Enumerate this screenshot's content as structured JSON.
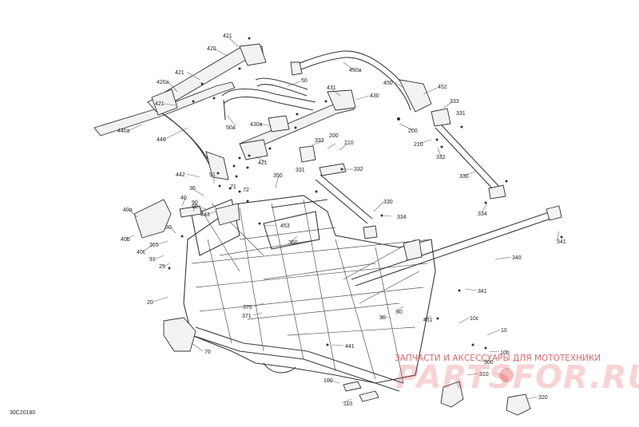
{
  "diagram": {
    "document_code": "30C20180",
    "callouts": [
      {
        "id": "c421a",
        "text": "421"
      },
      {
        "id": "c420",
        "text": "420"
      },
      {
        "id": "c421b",
        "text": "421"
      },
      {
        "id": "c420a",
        "text": "420a"
      },
      {
        "id": "c421c",
        "text": "421"
      },
      {
        "id": "c440a",
        "text": "440a"
      },
      {
        "id": "c440",
        "text": "440"
      },
      {
        "id": "c50",
        "text": "50"
      },
      {
        "id": "c50a",
        "text": "50a"
      },
      {
        "id": "c431",
        "text": "431"
      },
      {
        "id": "c430",
        "text": "430"
      },
      {
        "id": "c430a",
        "text": "430a"
      },
      {
        "id": "c421d",
        "text": "421"
      },
      {
        "id": "c450a",
        "text": "450a"
      },
      {
        "id": "c450",
        "text": "450"
      },
      {
        "id": "c452",
        "text": "452"
      },
      {
        "id": "c333a",
        "text": "333"
      },
      {
        "id": "c331a",
        "text": "331"
      },
      {
        "id": "c200",
        "text": "200"
      },
      {
        "id": "c210a",
        "text": "210"
      },
      {
        "id": "c332a",
        "text": "332"
      },
      {
        "id": "c330a",
        "text": "330"
      },
      {
        "id": "c334a",
        "text": "334"
      },
      {
        "id": "c333b",
        "text": "333"
      },
      {
        "id": "c200b",
        "text": "200"
      },
      {
        "id": "c210b",
        "text": "210"
      },
      {
        "id": "c331b",
        "text": "331"
      },
      {
        "id": "c332b",
        "text": "332"
      },
      {
        "id": "c350",
        "text": "350"
      },
      {
        "id": "c330b",
        "text": "330"
      },
      {
        "id": "c334b",
        "text": "334"
      },
      {
        "id": "c442",
        "text": "442"
      },
      {
        "id": "c91a",
        "text": "91"
      },
      {
        "id": "c36",
        "text": "36"
      },
      {
        "id": "c71",
        "text": "71"
      },
      {
        "id": "c72",
        "text": "72"
      },
      {
        "id": "c40",
        "text": "40"
      },
      {
        "id": "c90",
        "text": "90"
      },
      {
        "id": "c92",
        "text": "92"
      },
      {
        "id": "c443",
        "text": "443"
      },
      {
        "id": "c453",
        "text": "453"
      },
      {
        "id": "c40a",
        "text": "40a"
      },
      {
        "id": "c30a",
        "text": "30"
      },
      {
        "id": "c40b",
        "text": "40b"
      },
      {
        "id": "c365",
        "text": "365"
      },
      {
        "id": "c40c",
        "text": "40c"
      },
      {
        "id": "c91b",
        "text": "91"
      },
      {
        "id": "c25",
        "text": "25"
      },
      {
        "id": "c360",
        "text": "360"
      },
      {
        "id": "c341a",
        "text": "341"
      },
      {
        "id": "c340",
        "text": "340"
      },
      {
        "id": "c341b",
        "text": "341"
      },
      {
        "id": "c20",
        "text": "20"
      },
      {
        "id": "c370",
        "text": "370"
      },
      {
        "id": "c371",
        "text": "371"
      },
      {
        "id": "c80",
        "text": "80"
      },
      {
        "id": "c30b",
        "text": "30"
      },
      {
        "id": "c451",
        "text": "451"
      },
      {
        "id": "c10c",
        "text": "10c"
      },
      {
        "id": "c10",
        "text": "10"
      },
      {
        "id": "c70",
        "text": "70"
      },
      {
        "id": "c441",
        "text": "441"
      },
      {
        "id": "c10b",
        "text": "10b"
      },
      {
        "id": "c300",
        "text": "300"
      },
      {
        "id": "c310",
        "text": "310"
      },
      {
        "id": "c100",
        "text": "100"
      },
      {
        "id": "c110",
        "text": "110"
      },
      {
        "id": "c320",
        "text": "320"
      }
    ]
  },
  "watermark": {
    "caption": "ЗАПЧАСТИ И АКСЕССУАРЫ ДЛЯ МОТОТЕХНИКИ",
    "logo": "PARTSFOR.RU",
    "color": "#e23a3a"
  }
}
